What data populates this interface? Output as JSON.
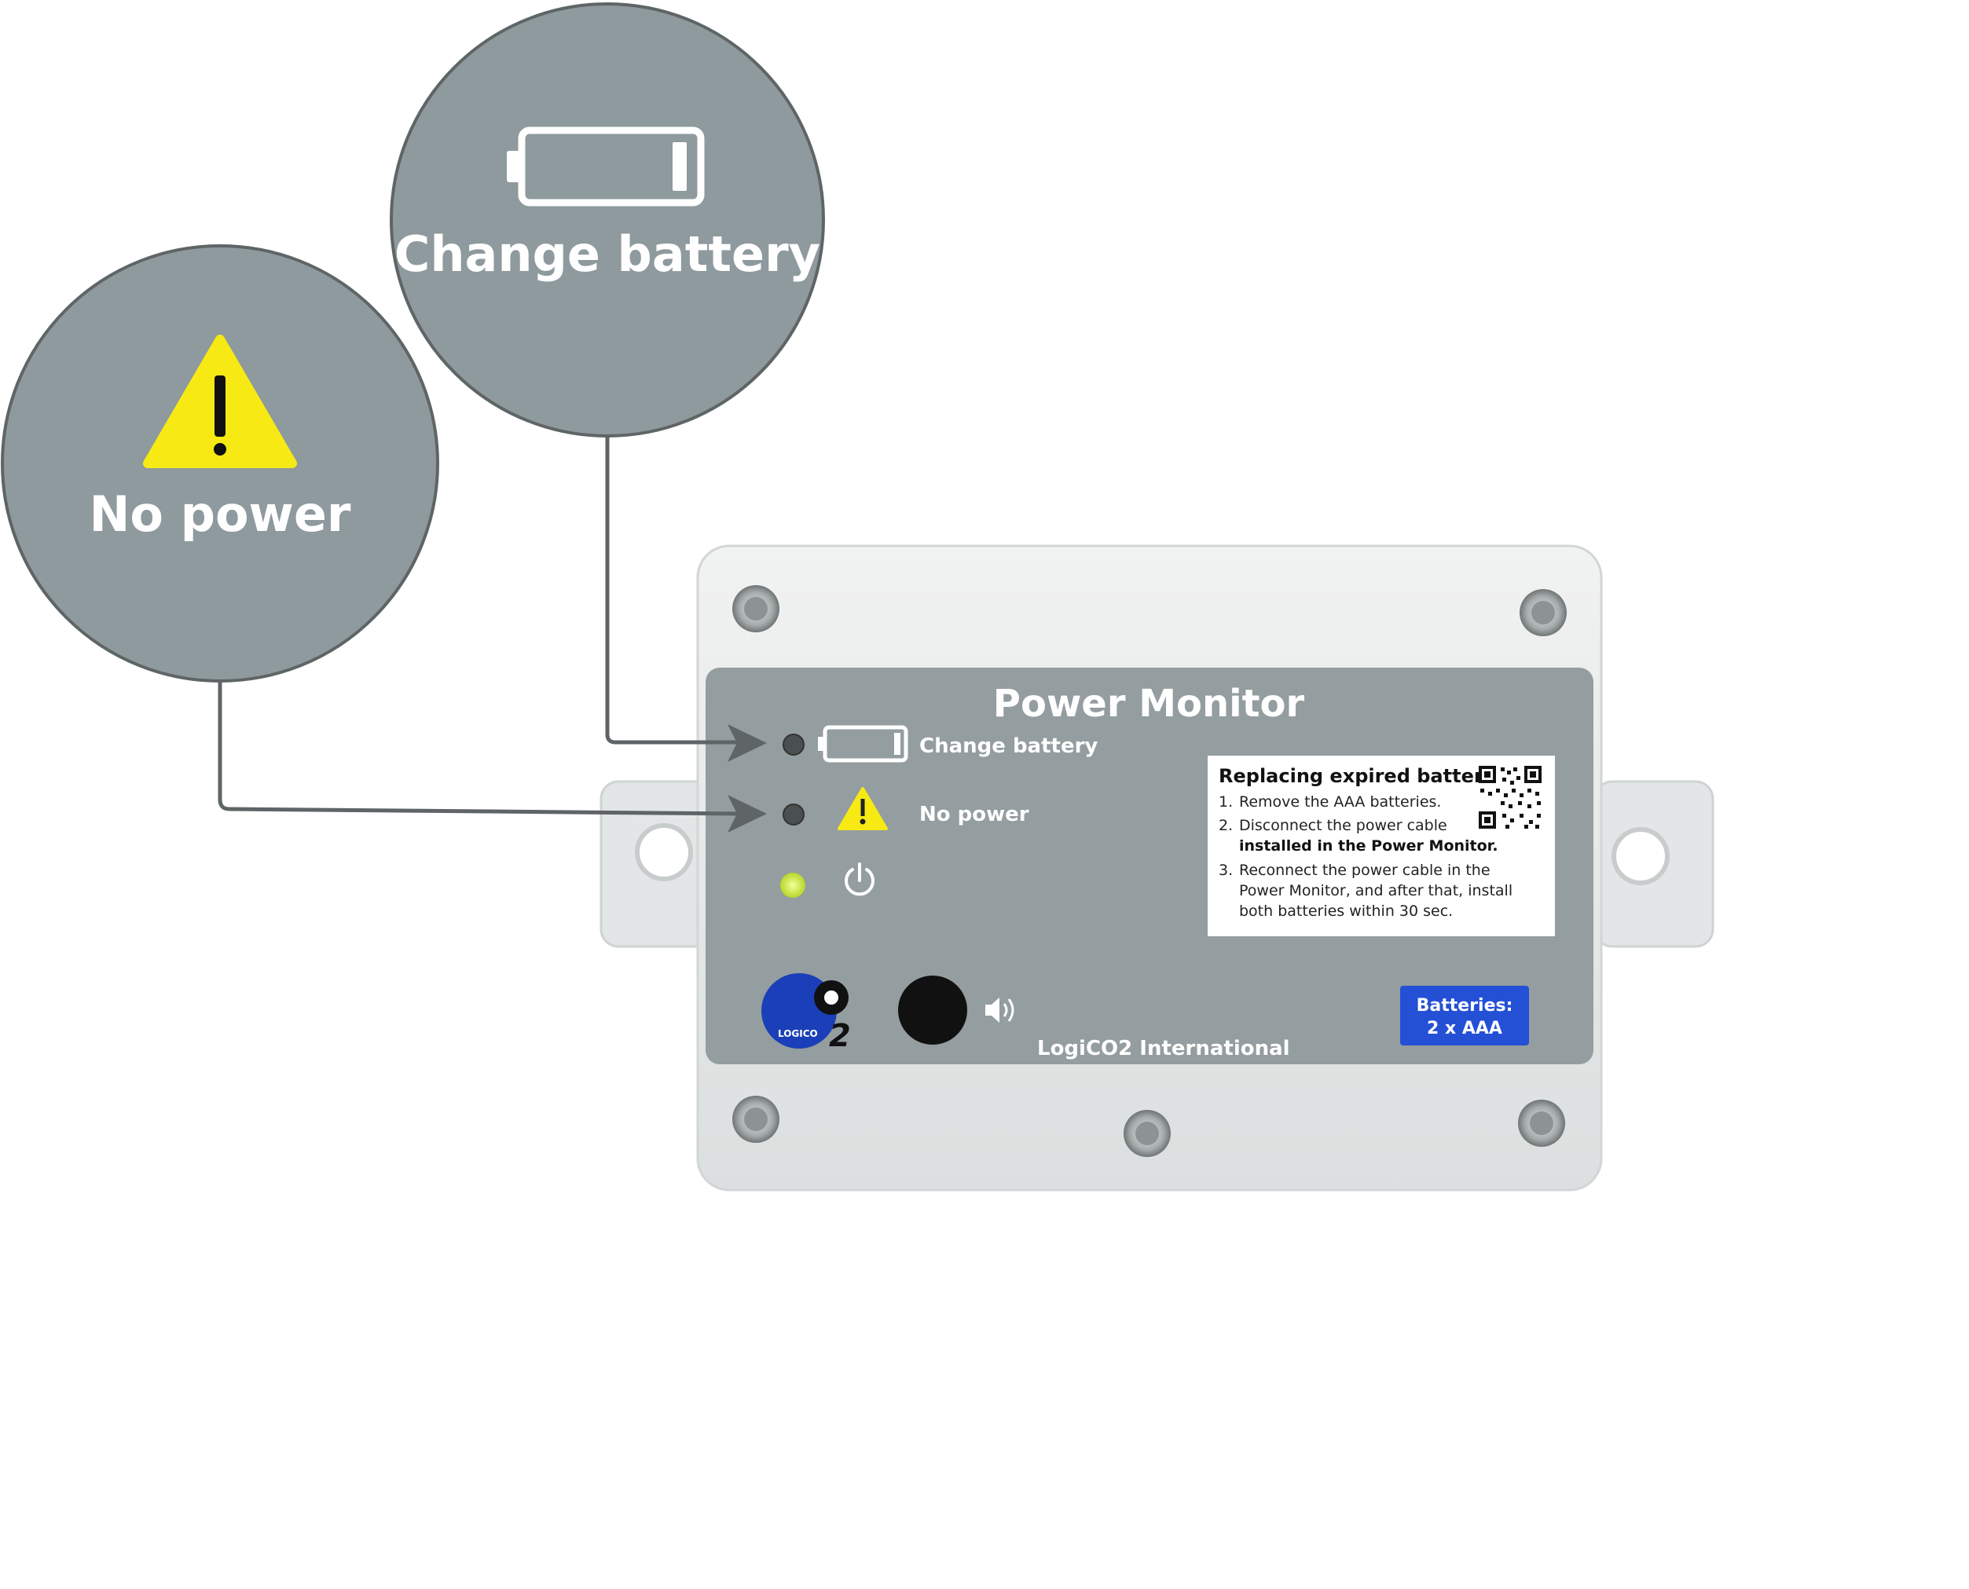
{
  "callouts": {
    "change_battery": {
      "title": "Change battery",
      "icon": "battery-empty-icon"
    },
    "no_power": {
      "title": "No power",
      "icon": "warning-icon"
    }
  },
  "device": {
    "title": "Power Monitor",
    "indicators": [
      {
        "label": "Change battery",
        "icon": "battery-empty-icon",
        "led": "off"
      },
      {
        "label": "No power",
        "icon": "warning-icon",
        "led": "off"
      },
      {
        "label": "",
        "icon": "power-icon",
        "led": "on"
      }
    ],
    "instructions": {
      "title": "Replacing expired batteries",
      "steps": [
        {
          "num": "1.",
          "lines": [
            "Remove the AAA batteries."
          ]
        },
        {
          "num": "2.",
          "lines": [
            "Disconnect the power cable",
            "installed in the Power Monitor."
          ]
        },
        {
          "num": "3.",
          "lines": [
            "Reconnect the power cable in the",
            "Power Monitor, and after that, install",
            "both batteries within 30 sec."
          ]
        }
      ]
    },
    "logo": {
      "text": "LOGICO",
      "subscript": "2"
    },
    "company": "LogiCO2 International",
    "battery_badge": {
      "line1": "Batteries:",
      "line2": "2 x AAA"
    }
  },
  "colors": {
    "callout_fill": "#8e9a9d",
    "panel_fill": "#949d9f",
    "housing": "#e8eaea",
    "warning_yellow": "#f7ea14",
    "led_green": "#c7e83a",
    "logo_blue": "#1a3fb8",
    "badge_blue": "#2450d6"
  }
}
